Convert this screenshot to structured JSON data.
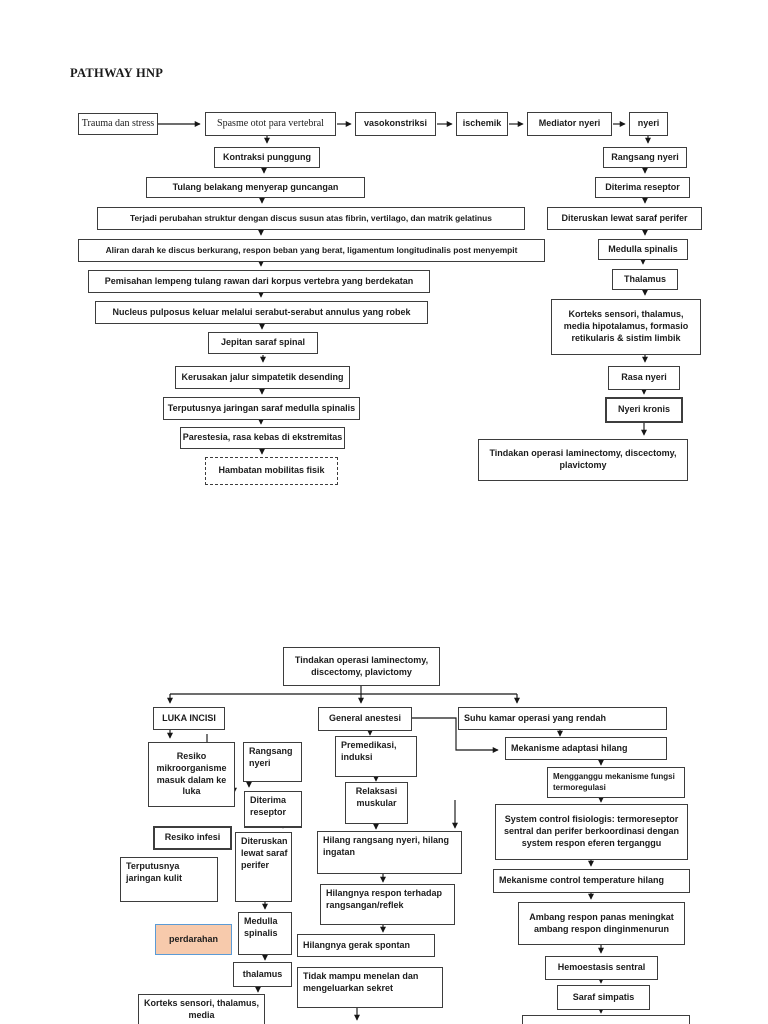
{
  "page": {
    "title": "PATHWAY HNP"
  },
  "colors": {
    "box_border": "#3d3d3d",
    "text": "#1c1c1c",
    "highlight_fill": "#f7caac",
    "highlight_border": "#5b9bd5"
  },
  "top": {
    "trauma": "Trauma dan stress",
    "spasme": "Spasme otot para vertebral",
    "vasokonstriksi": "vasokonstriksi",
    "ischemik": "ischemik",
    "mediator": "Mediator nyeri",
    "nyeri": "nyeri",
    "kontraksi": "Kontraksi punggung",
    "rangsang_nyeri": "Rangsang nyeri",
    "tulang": "Tulang belakang menyerap guncangan",
    "diterima_reseptor": "Diterima reseptor",
    "terjadi": "Terjadi perubahan struktur  dengan discus susun atas fibrin, vertilago, dan matrik gelatinus",
    "diteruskan": "Diteruskan lewat saraf perifer",
    "aliran": "Aliran darah ke discus berkurang, respon beban yang berat, ligamentum longitudinalis post menyempit",
    "medulla_spinalis": "Medulla spinalis",
    "pemisahan": "Pemisahan lempeng tulang rawan dari korpus vertebra yang berdekatan",
    "thalamus": "Thalamus",
    "nucleus": "Nucleus pulposus keluar melalui serabut-serabut annulus yang robek",
    "korteks": "Korteks sensori, thalamus, media hipotalamus, formasio retikularis & sistim limbik",
    "jepitan": "Jepitan saraf spinal",
    "kerusakan": "Kerusakan jalur simpatetik desending",
    "rasa_nyeri": "Rasa nyeri",
    "terputusnya_saraf": "Terputusnya jaringan saraf medulla spinalis",
    "nyeri_kronis": "Nyeri kronis",
    "parestesia": "Parestesia, rasa kebas di ekstremitas",
    "tindakan_operasi": "Tindakan operasi laminectomy, discectomy, plavictomy",
    "hambatan": "Hambatan mobilitas fisik"
  },
  "bottom": {
    "tindakan_operasi": "Tindakan operasi laminectomy, discectomy, plavictomy",
    "luka_incisi": "LUKA INCISI",
    "general_anestesi": "General anestesi",
    "suhu_kamar": "Suhu kamar operasi yang rendah",
    "resiko_mikroorganisme": "Resiko mikroorganisme masuk dalam ke luka",
    "rangsang_nyeri": "Rangsang nyeri",
    "premedikasi": "Premedikasi, induksi",
    "mekanisme_adaptasi": "Mekanisme adaptasi hilang",
    "diterima_reseptor": "Diterima reseptor",
    "mengganggu": "Mengganggu mekanisme fungsi termoregulasi",
    "resiko_infesi": "Resiko infesi",
    "diteruskan": "Diteruskan lewat saraf perifer",
    "relaksasi": "Relaksasi muskular",
    "system_control": "System control fisiologis: termoreseptor sentral dan perifer berkoordinasi dengan system respon eferen terganggu",
    "terputusnya_kulit": "Terputusnya jaringan kulit",
    "hilang_rangsang": "Hilang rangsang nyeri, hilang ingatan",
    "mekanisme_control": "Mekanisme control temperature hilang",
    "hilangnya_respon": "Hilangnya respon terhadap rangsangan/reflek",
    "ambang": "Ambang respon panas meningkat ambang respon dinginmenurun",
    "perdarahan": "perdarahan",
    "medulla_spinalis": "Medulla spinalis",
    "hilangnya_gerak": "Hilangnya gerak spontan",
    "hemoestasis": "Hemoestasis sentral",
    "thalamus": "thalamus",
    "tidak_mampu": "Tidak mampu menelan dan mengeluarkan sekret",
    "saraf_simpatis": "Saraf simpatis",
    "korteks": "Korteks sensori, thalamus, media"
  }
}
